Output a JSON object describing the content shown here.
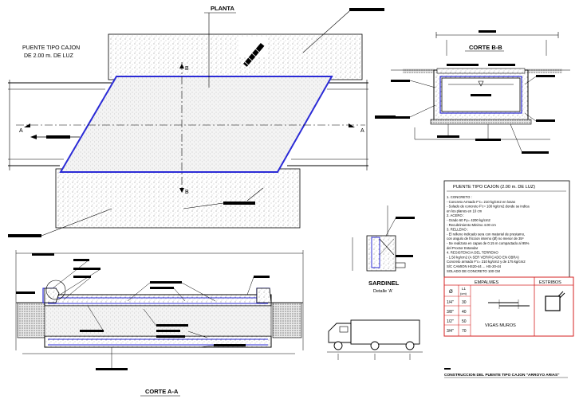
{
  "plan": {
    "title": "PLANTA",
    "subtitle_line1": "PUENTE TIPO CAJON",
    "subtitle_line2": "DE 2.00 m. DE LUZ",
    "section_mark_a": "A",
    "section_mark_b": "B"
  },
  "section_bb": {
    "title": "CORTE B-B"
  },
  "section_aa": {
    "title": "CORTE A-A"
  },
  "sardinel": {
    "title": "SARDINEL",
    "detail": "Detalle 'A'"
  },
  "notes": {
    "title": "PUENTE TIPO CAJON (2.00 m. DE LUZ)",
    "lines": [
      "1. CONCRETO :",
      "- Concreto Armado F'c= 210 kg/cm2  en losas",
      "- Solado de concreto F'c= 100 kg/cm2 donde se indica",
      "  en los planos  en 10 cm",
      "2. ACERO :",
      "- Grado 60  Fy= 4200 kg/cm2",
      "- Recubrimiento Minimo  4.00 cm",
      "3. RELLENO :",
      "- El relleno indicado sera con material de prestamo,",
      "con angulo de friccion interno (Ø)  no menor de 35º",
      "- Se realizara en capas de 0.15 m compactado al 95%",
      "del Proctor Estandar",
      "4. RESISTENCIA DEL TERRENO",
      "- 1.50 kg/cm2 (A SER VERIFICADO EN OBRA)",
      "Concreto armado F'c= 210 kg/cm2 y  de 175 kg/cm2",
      "S/C CAMION HS20-44 ... HS-20-44",
      "SOLADO DE CONCRETO 100 CM"
    ]
  },
  "splices": {
    "header_empalmes": "EMPALMES",
    "header_estribos": "ESTRIBOS",
    "col_diameter": "Ø",
    "col_length_line1": "L1",
    "col_length_line2": "(cm)",
    "rows": [
      {
        "diameter": "1/4\"",
        "length": "30"
      },
      {
        "diameter": "3/8\"",
        "length": "40"
      },
      {
        "diameter": "1/2\"",
        "length": "50"
      },
      {
        "diameter": "3/4\"",
        "length": "70"
      }
    ],
    "caption": "VIGAS MUROS"
  },
  "footer_caption": "CONSTRUCCION DEL PUENTE TIPO CAJON \"ARROYO ARIAS\"",
  "colors": {
    "accent": "#2b2bd6",
    "fill": "#f0f0f0",
    "table_red": "#d42020",
    "ink": "#000000"
  }
}
